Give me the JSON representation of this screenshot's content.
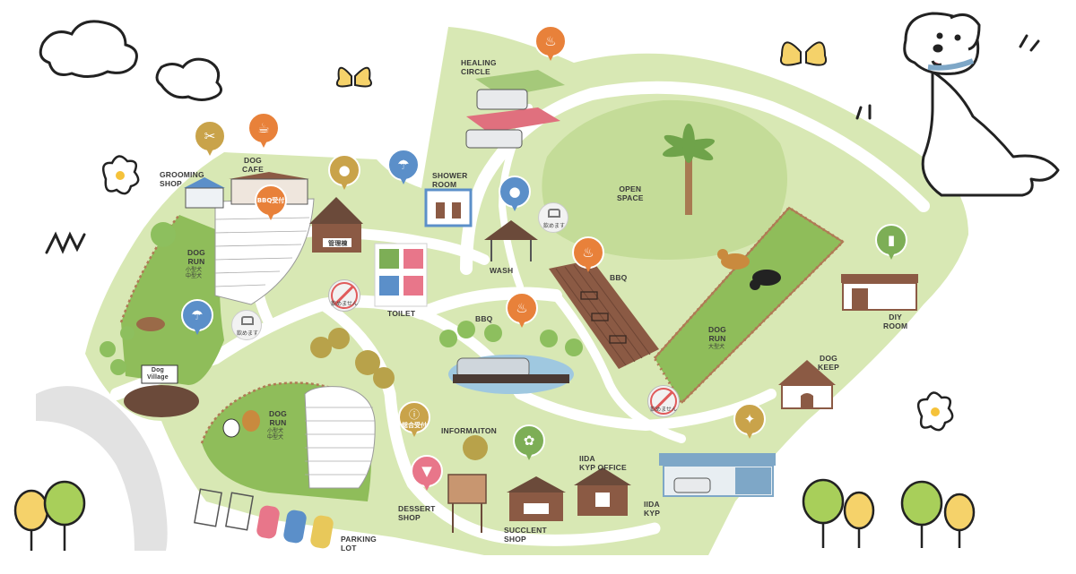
{
  "labels": {
    "healing_circle": "HEALING\nCIRCLE",
    "shower_room": "SHOWER\nROOM",
    "open_space": "OPEN\nSPACE",
    "grooming_shop": "GROOMING\nSHOP",
    "dog_cafe": "DOG\nCAFE",
    "dog_run_left": "DOG\nRUN",
    "dog_run_left_sub": "小型犬\n中型犬",
    "dog_run_center": "DOG\nRUN",
    "dog_run_center_sub": "小型犬\n中型犬",
    "dog_run_right": "DOG\nRUN",
    "dog_run_right_sub": "大型犬",
    "wash": "WASH",
    "bbq_right": "BBQ",
    "bbq_center": "BBQ",
    "toilet": "TOILET",
    "diy_room": "DIY\nROOM",
    "dog_keep": "DOG\nKEEP",
    "information": "INFORMAITON",
    "iida_kyp_office": "IIDA\nKYP OFFICE",
    "iida_kyp": "IIDA\nKYP",
    "dessert_shop": "DESSERT\nSHOP",
    "succlent_shop": "SUCCLENT\nSHOP",
    "parking_lot": "PARKING\nLOT",
    "kanri_sign": "管理棟",
    "bbq_uketsuke": "BBQ受付",
    "sogo_uketsuke": "総合受付",
    "drinkable": "飲めます",
    "not_drinkable": "飲めません",
    "entrance_sign": "Dog\nVillage"
  },
  "colors": {
    "park_green": "#d8e8b4",
    "dogrun_green": "#8fbd5a",
    "path": "#ffffff",
    "bbq_orange": "#e8813a",
    "blue_pin": "#5b8fc9",
    "tan_pin": "#c9a34a",
    "pink_pin": "#e8768a",
    "green_pin": "#7dae56",
    "deck_brown": "#8b5a44",
    "road_grey": "#e2e2e2"
  },
  "icons": [
    "cloud-icon",
    "butterfly-icon",
    "flower-icon",
    "dog-illustration-icon",
    "tree-icon",
    "palm-tree-icon",
    "bbq-grill-icon",
    "shower-icon",
    "coffee-icon",
    "grooming-icon",
    "staff-icon",
    "water-tap-icon",
    "no-drinking-icon",
    "info-icon",
    "ice-cream-icon",
    "succulent-icon",
    "wrench-icon",
    "car-icon",
    "wheelchair-icon",
    "toilet-icon",
    "camper-trailer-icon",
    "dog-icon"
  ]
}
